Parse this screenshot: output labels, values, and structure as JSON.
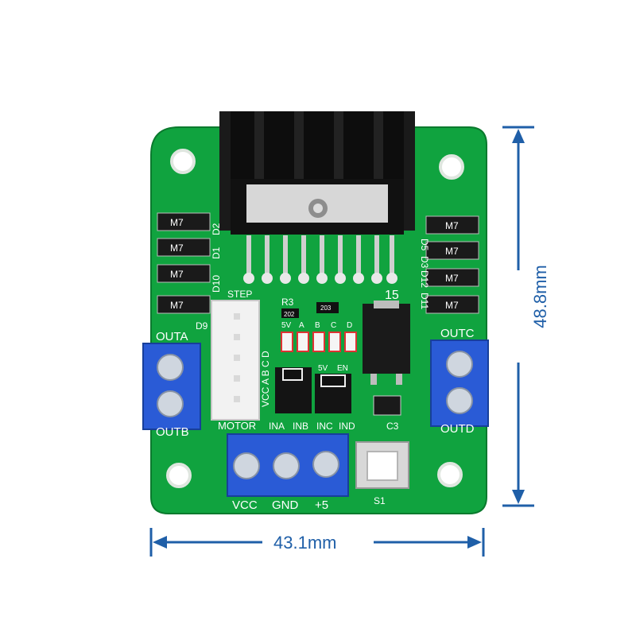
{
  "dimensions": {
    "width_label": "43.1mm",
    "height_label": "48.8mm",
    "color": "#1f5fa8"
  },
  "board": {
    "pcb_color": "#10a33f",
    "terminal_color": "#2a5bd6",
    "labels": {
      "step": "STEP",
      "r3": "R3",
      "r202": "202",
      "r203": "203",
      "d9": "D9",
      "num15": "15",
      "outa": "OUTA",
      "outb": "OUTB",
      "outc": "OUTC",
      "outd": "OUTD",
      "motor": "MOTOR",
      "ina": "INA",
      "inb": "INB",
      "inc": "INC",
      "ind": "IND",
      "vcc": "VCC",
      "gnd": "GND",
      "plus5": "+5",
      "s1": "S1",
      "c3": "C3",
      "five_v": "5V",
      "en": "EN",
      "vcc_side": "VCC A B C D",
      "d10": "D10",
      "d2": "D2",
      "d1_left": "D1",
      "d3": "D3",
      "d5": "D5",
      "d11": "D11",
      "d12": "D12",
      "led_a": "A",
      "led_b": "B",
      "led_c": "C",
      "led_d": "D",
      "diode_mark": "M7"
    }
  }
}
